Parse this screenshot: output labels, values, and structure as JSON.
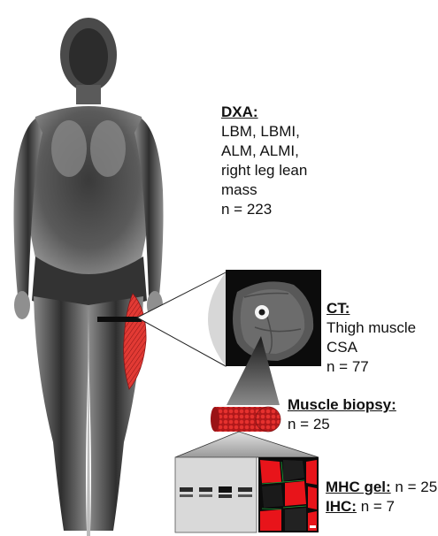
{
  "dxa": {
    "heading": "DXA:",
    "lines": [
      "LBM, LBMI,",
      "ALM, ALMI,",
      "right leg lean",
      "mass"
    ],
    "n": "n = 223"
  },
  "ct": {
    "heading": "CT:",
    "lines": [
      "Thigh muscle",
      "CSA"
    ],
    "n": "n = 77"
  },
  "biopsy": {
    "heading": "Muscle biopsy:",
    "n": "n = 25"
  },
  "mhc": {
    "heading": "MHC gel:",
    "n": "n = 25"
  },
  "ihc": {
    "heading": "IHC:",
    "n": "n = 7"
  },
  "colors": {
    "muscle_red": "#d9201f",
    "ihc_red": "#e8141a",
    "ihc_green": "#1fa43a",
    "dark": "#1a1a1a"
  }
}
